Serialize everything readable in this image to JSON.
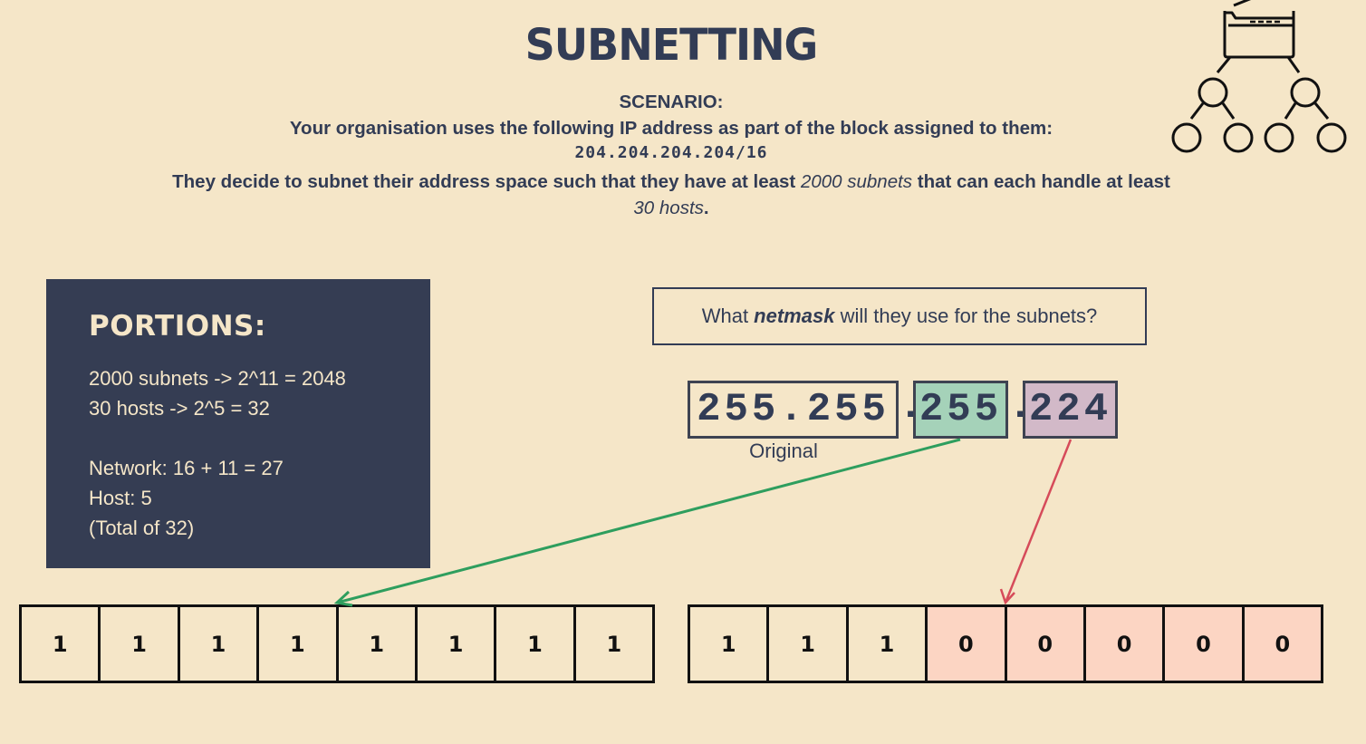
{
  "title": "SUBNETTING",
  "scenario": {
    "heading": "SCENARIO:",
    "line1": "Your organisation uses the following IP address as part of the block assigned to them:",
    "ip_address": "204.204.204.204/16",
    "desc_prefix": "They decide to subnet their address space such that they have at least ",
    "desc_subnets": "2000 subnets",
    "desc_middle": " that can each handle at least ",
    "desc_hosts": "30 hosts",
    "desc_suffix": "."
  },
  "portions": {
    "title": "PORTIONS:",
    "lines": [
      "2000 subnets -> 2^11 = 2048",
      "30 hosts -> 2^5 = 32",
      "",
      "Network: 16 + 11 = 27",
      "Host: 5",
      "(Total of 32)"
    ]
  },
  "question": {
    "prefix": "What ",
    "emphasis": "netmask",
    "suffix": " will they use for the subnets?"
  },
  "netmask": {
    "original": "255.255",
    "third_octet": "255",
    "fourth_octet": "224",
    "separator": ".",
    "original_label": "Original"
  },
  "third_octet_bits": [
    "1",
    "1",
    "1",
    "1",
    "1",
    "1",
    "1",
    "1"
  ],
  "fourth_octet_bits": [
    "1",
    "1",
    "1",
    "0",
    "0",
    "0",
    "0",
    "0"
  ],
  "icons": {
    "top_right": "folder-network-tree-icon"
  },
  "colors": {
    "background": "#f5e6c8",
    "text": "#323c55",
    "panel": "#353d53",
    "third_octet_highlight": "#a5d2b9",
    "fourth_octet_highlight": "#d2b9c8",
    "host_bits": "#fcd5c3",
    "arrow_green": "#2e9e5e",
    "arrow_red": "#d64b5a"
  }
}
